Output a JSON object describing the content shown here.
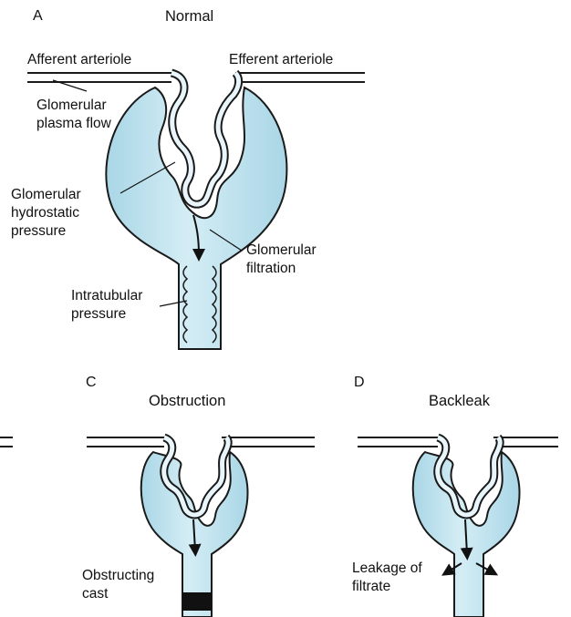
{
  "panels": {
    "a": {
      "letter": "A",
      "title": "Normal",
      "labels": {
        "afferent": "Afferent arteriole",
        "efferent": "Efferent arteriole",
        "plasma_flow": "Glomerular\nplasma flow",
        "hydrostatic": "Glomerular\nhydrostatic\npressure",
        "filtration": "Glomerular\nfiltration",
        "intratubular": "Intratubular\npressure"
      }
    },
    "c": {
      "letter": "C",
      "title": "Obstruction",
      "labels": {
        "cast": "Obstructing\ncast"
      }
    },
    "d": {
      "letter": "D",
      "title": "Backleak",
      "labels": {
        "leakage": "Leakage of\nfiltrate"
      }
    }
  },
  "colors": {
    "fluid": "#bfe2ee",
    "fluid_dark": "#8ec6d9",
    "outline": "#1a1a1a",
    "cast": "#111111",
    "background": "#ffffff"
  }
}
